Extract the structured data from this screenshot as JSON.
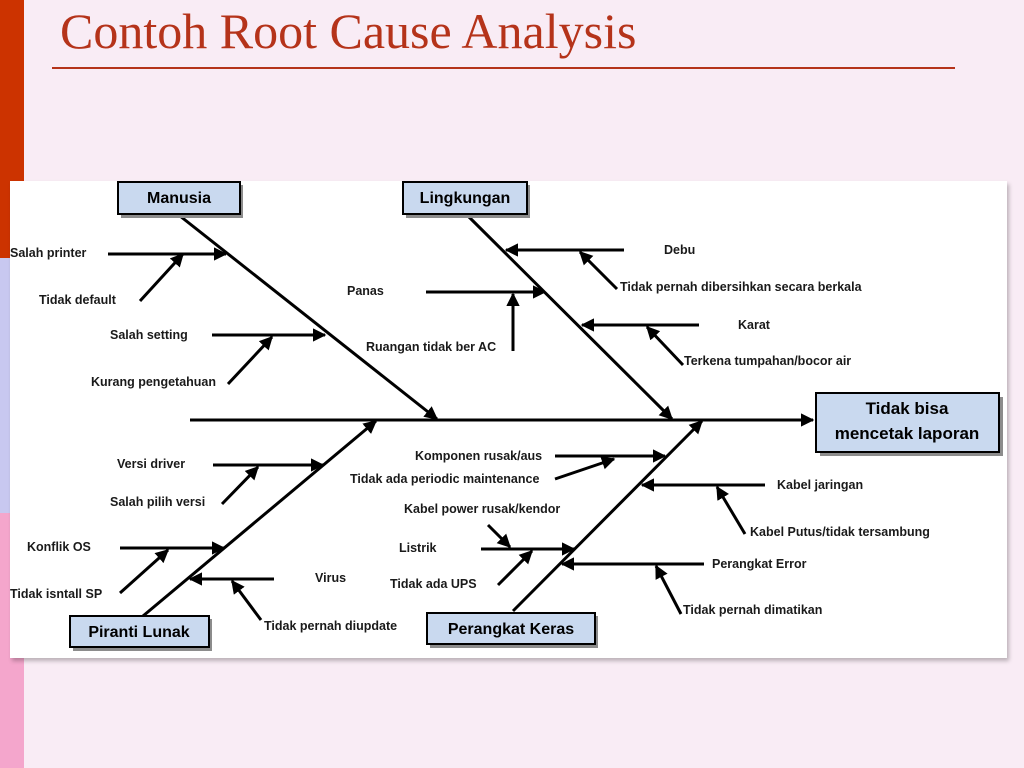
{
  "slide": {
    "title": "Contoh Root Cause Analysis"
  },
  "diagram": {
    "effect": {
      "line1": "Tidak bisa",
      "line2": "mencetak laporan"
    },
    "categories": {
      "manusia": "Manusia",
      "lingkungan": "Lingkungan",
      "piranti_lunak": "Piranti Lunak",
      "perangkat_keras": "Perangkat Keras"
    },
    "causes": {
      "salah_printer": "Salah printer",
      "tidak_default": "Tidak default",
      "salah_setting": "Salah setting",
      "kurang_pengetahuan": "Kurang pengetahuan",
      "panas": "Panas",
      "ruangan_tidak_ber_ac": "Ruangan tidak ber AC",
      "debu": "Debu",
      "tidak_pernah_dibersihkan": "Tidak pernah dibersihkan secara berkala",
      "karat": "Karat",
      "terkena_tumpahan": "Terkena tumpahan/bocor air",
      "versi_driver": "Versi driver",
      "salah_pilih_versi": "Salah pilih versi",
      "konflik_os": "Konflik OS",
      "tidak_isntall_sp": "Tidak isntall SP",
      "virus": "Virus",
      "tidak_pernah_diupdate": "Tidak pernah diupdate",
      "komponen_rusak": "Komponen rusak/aus",
      "tidak_ada_periodic": "Tidak ada periodic maintenance",
      "kabel_power": "Kabel power rusak/kendor",
      "listrik": "Listrik",
      "tidak_ada_ups": "Tidak ada UPS",
      "kabel_jaringan": "Kabel jaringan",
      "kabel_putus": "Kabel Putus/tidak tersambung",
      "perangkat_error": "Perangkat Error",
      "tidak_pernah_dimatikan": "Tidak pernah dimatikan"
    }
  }
}
